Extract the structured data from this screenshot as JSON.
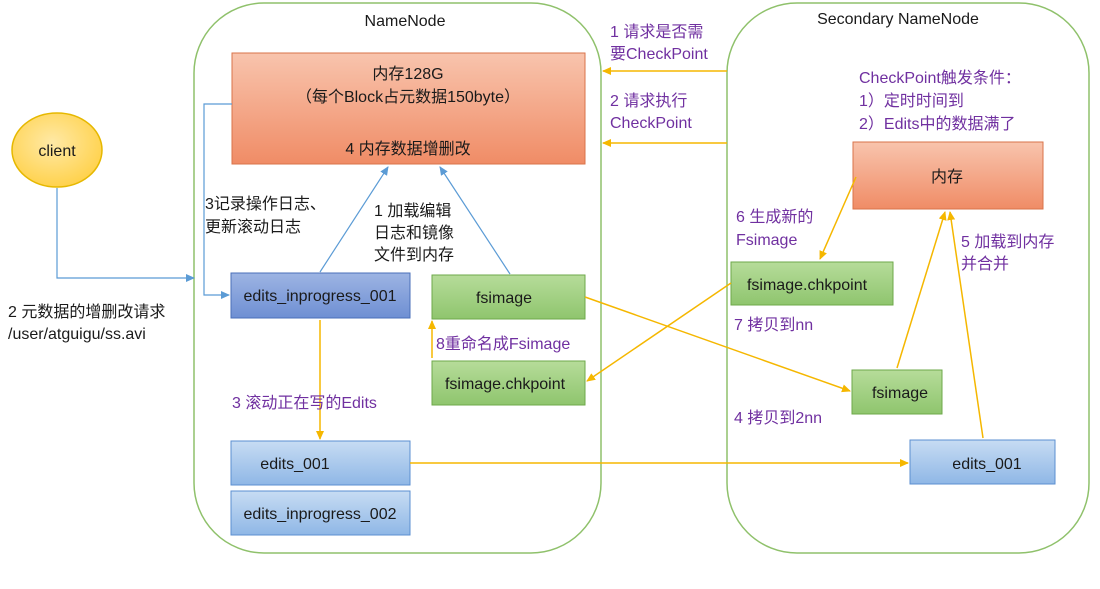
{
  "containers": {
    "namenode_title": "NameNode",
    "secondary_title": "Secondary NameNode"
  },
  "client": {
    "label": "client"
  },
  "memory_box": {
    "line1": "内存128G",
    "line2": "（每个Block占元数据150byte）",
    "line3": "4 内存数据增删改"
  },
  "nn_boxes": {
    "edits_inprogress_001": "edits_inprogress_001",
    "fsimage": "fsimage",
    "fsimage_chkpoint": "fsimage.chkpoint",
    "edits_001": "edits_001",
    "edits_inprogress_002": "edits_inprogress_002"
  },
  "snn_boxes": {
    "memory": "内存",
    "fsimage_chkpoint": "fsimage.chkpoint",
    "fsimage": "fsimage",
    "edits_001": "edits_001"
  },
  "labels": {
    "client_request_1": "2 元数据的增删改请求",
    "client_request_2": "/user/atguigu/ss.avi",
    "log_1": "3记录操作日志、",
    "log_2": "更新滚动日志",
    "load_1": "1 加载编辑",
    "load_2": "日志和镜像",
    "load_3": "文件到内存",
    "roll_edits": "3 滚动正在写的Edits",
    "rename": "8重命名成Fsimage",
    "req_checkpoint_1": "1 请求是否需",
    "req_checkpoint_2": "要CheckPoint",
    "exec_checkpoint_1": "2 请求执行",
    "exec_checkpoint_2": "CheckPoint",
    "trigger_title": "CheckPoint触发条件：",
    "trigger_1": "1）定时时间到",
    "trigger_2": "2）Edits中的数据满了",
    "gen_fsimage_1": "6 生成新的",
    "gen_fsimage_2": "Fsimage",
    "load_merge_1": "5 加载到内存",
    "load_merge_2": "并合并",
    "copy_to_nn": "7 拷贝到nn",
    "copy_to_2nn": "4 拷贝到2nn"
  },
  "colors": {
    "container_border": "#8fc16b",
    "arrow_yellow": "#f5b700",
    "arrow_blue": "#5b9bd5",
    "text_purple": "#7030a0",
    "client_fill": "#ffd966"
  }
}
